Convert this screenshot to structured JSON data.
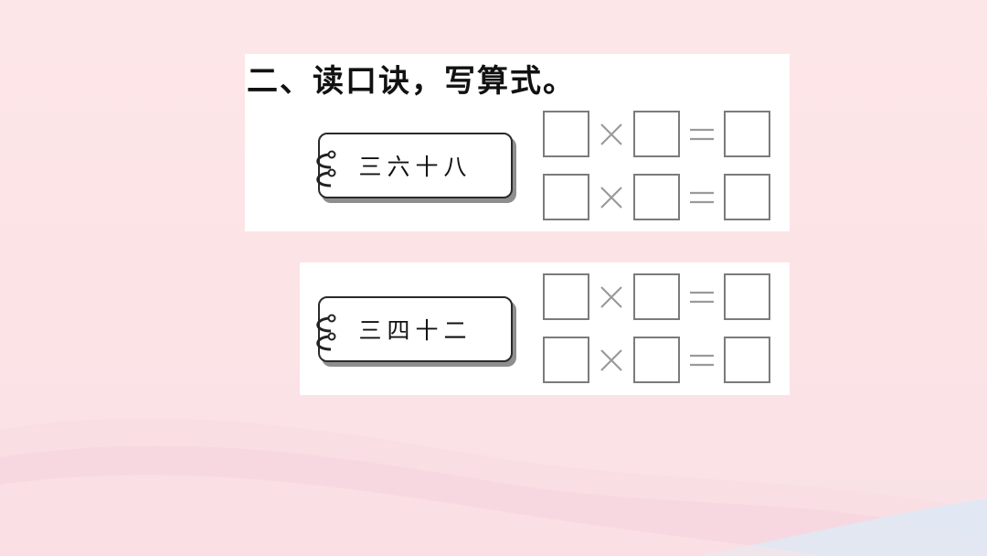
{
  "exercise": {
    "heading": "二、读口诀，写算式。",
    "items": [
      {
        "rhyme": "三六十八"
      },
      {
        "rhyme": "三四十二"
      }
    ]
  },
  "colors": {
    "background": "#fde6e8",
    "panel": "#ffffff",
    "wave": "#f7d6de",
    "wave_blue": "#dfe9f4",
    "box_border": "#7b7b7b",
    "operator": "#9a9a9a"
  },
  "icons": {
    "multiply": "multiply-sign-icon",
    "equals": "equals-sign-icon",
    "binder": "binder-rings-icon"
  }
}
